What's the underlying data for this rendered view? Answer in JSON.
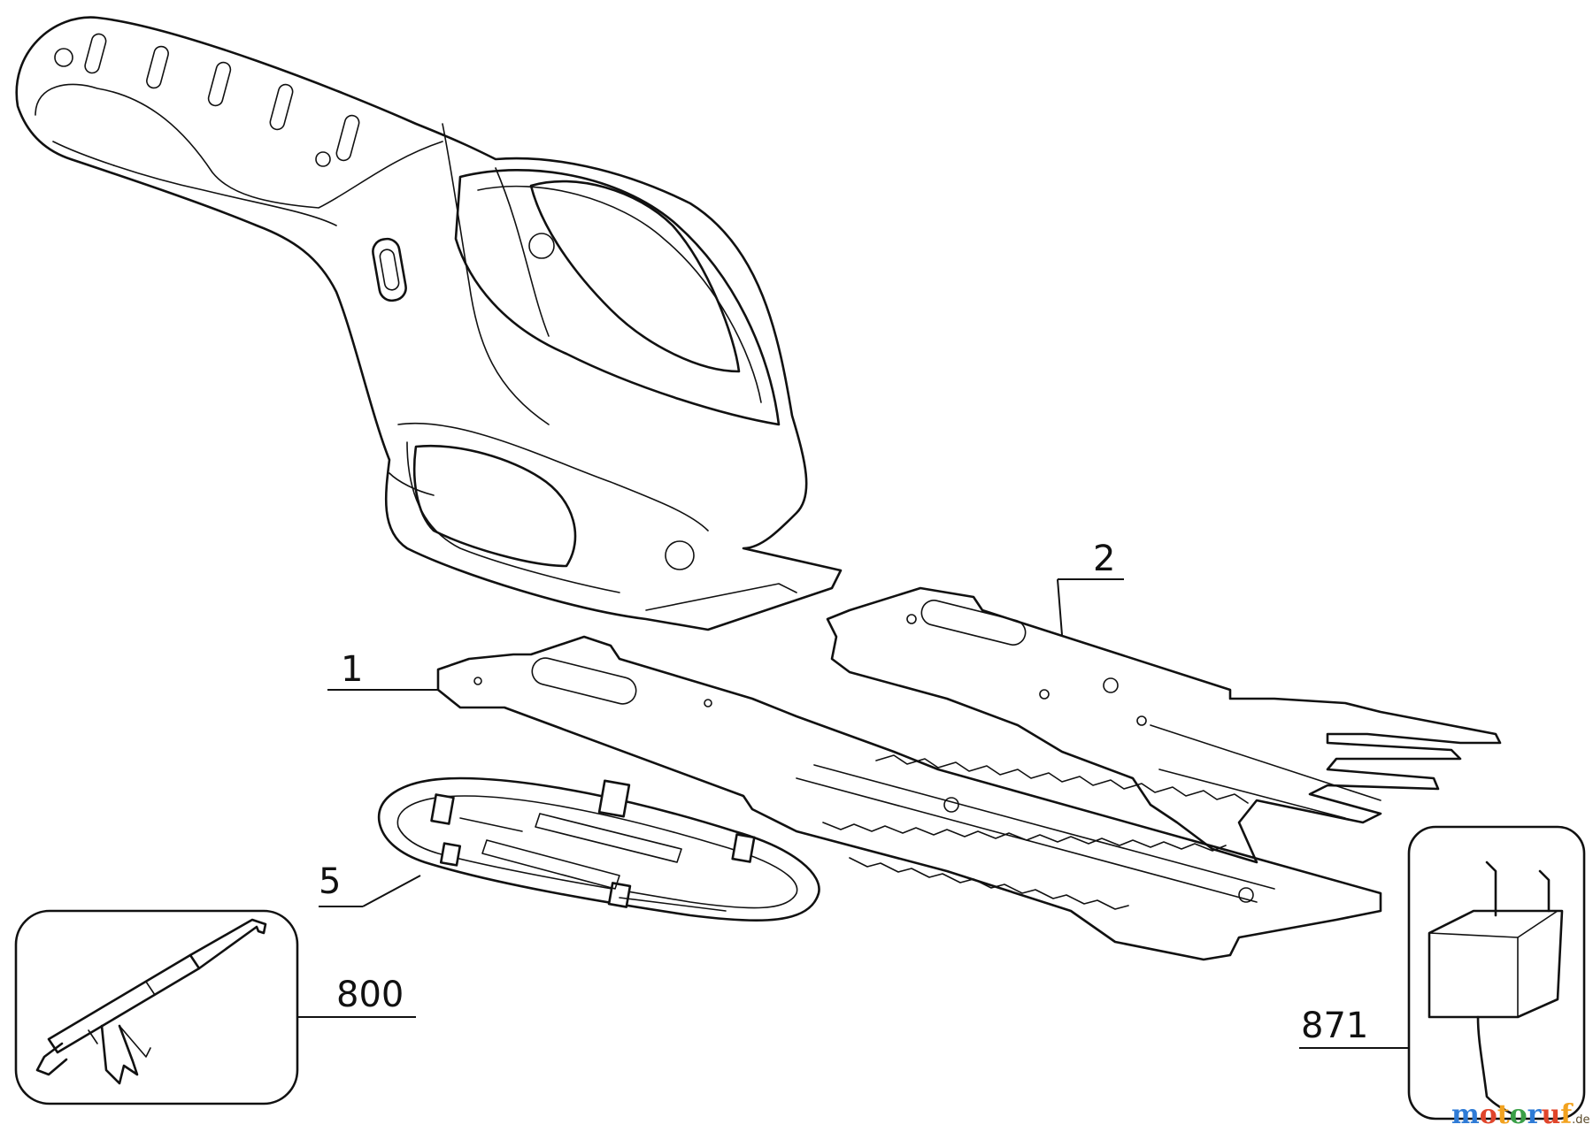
{
  "parts": {
    "blade_1": "1",
    "blade_2": "2",
    "cover_5": "5",
    "tool_800": "800",
    "charger_871": "871"
  },
  "watermark": {
    "letters": [
      "m",
      "o",
      "t",
      "o",
      "r",
      "u",
      "f"
    ],
    "colors": [
      "#2e7bd6",
      "#e0452b",
      "#f2a21e",
      "#3aa048",
      "#2e7bd6",
      "#e0452b",
      "#f2a21e"
    ],
    "suffix": ".de"
  }
}
